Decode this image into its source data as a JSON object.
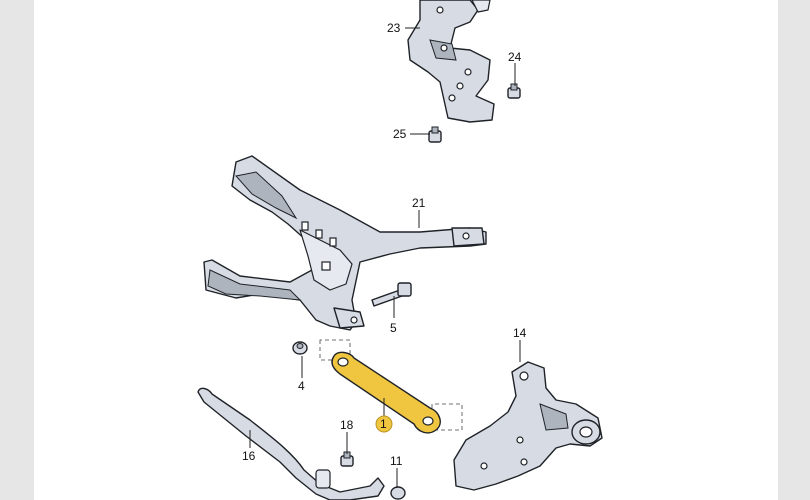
{
  "diagram": {
    "callouts": [
      {
        "id": "c23",
        "label": "23"
      },
      {
        "id": "c24",
        "label": "24"
      },
      {
        "id": "c25",
        "label": "25"
      },
      {
        "id": "c21",
        "label": "21"
      },
      {
        "id": "c5",
        "label": "5"
      },
      {
        "id": "c4",
        "label": "4"
      },
      {
        "id": "c14",
        "label": "14"
      },
      {
        "id": "c1",
        "label": "1",
        "highlighted": true
      },
      {
        "id": "c16",
        "label": "16"
      },
      {
        "id": "c18",
        "label": "18"
      },
      {
        "id": "c11",
        "label": "11"
      }
    ],
    "colors": {
      "highlight": "#f0c640",
      "part_fill": "#d7dbe3",
      "background": "#ffffff"
    }
  }
}
